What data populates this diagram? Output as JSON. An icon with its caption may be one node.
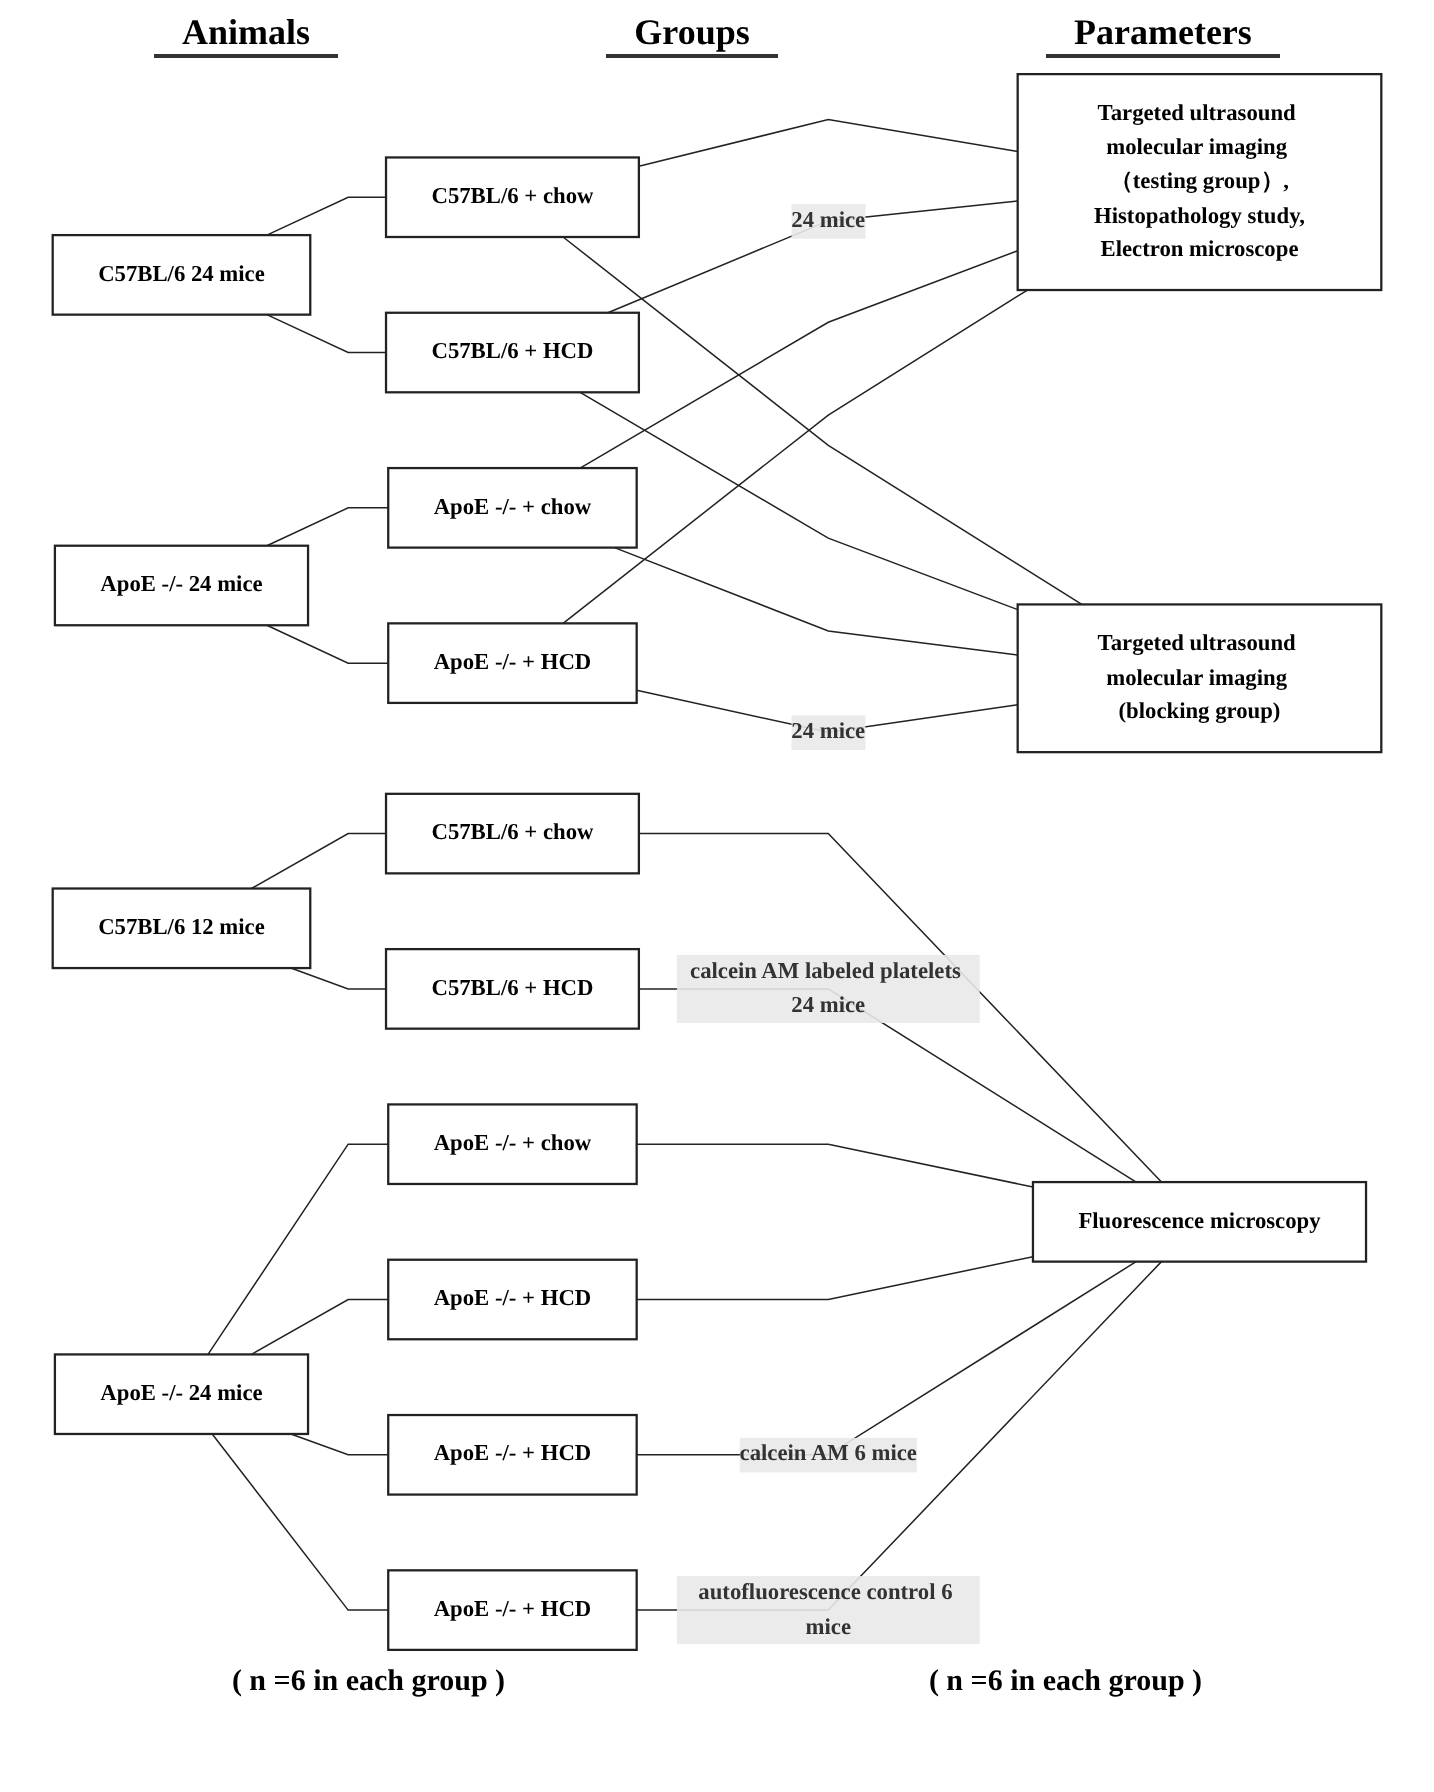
{
  "diagram": {
    "nodes": [
      {
        "text": [
          "C57BL/6 24 mice"
        ]
      },
      {
        "text": [
          "ApoE -/- 24 mice"
        ]
      },
      {
        "text": [
          "C57BL/6 + chow"
        ]
      },
      {
        "text": [
          "C57BL/6 + HCD"
        ]
      },
      {
        "text": [
          "ApoE -/- + chow"
        ]
      },
      {
        "text": [
          "ApoE -/- + HCD"
        ]
      },
      {
        "text": [
          "Targeted ultrasound molecular imaging （testing group）,",
          "Histopathology study,",
          "Electron microscope"
        ]
      },
      {
        "text": [
          "Targeted ultrasound molecular imaging (blocking group)"
        ]
      },
      {
        "text": [
          "C57BL/6 12 mice"
        ]
      },
      {
        "text": [
          "ApoE -/- 24 mice"
        ]
      },
      {
        "text": [
          "C57BL/6 + chow"
        ]
      },
      {
        "text": [
          "C57BL/6 + HCD"
        ]
      },
      {
        "text": [
          "ApoE -/- + chow"
        ]
      },
      {
        "text": [
          "ApoE -/- + HCD"
        ]
      },
      {
        "text": [
          "ApoE -/- + HCD"
        ]
      },
      {
        "text": [
          "ApoE -/- + HCD"
        ]
      },
      {
        "text": [
          "Fluorescence microscopy"
        ]
      }
    ],
    "edges": [
      {
        "from": 0,
        "to": 2,
        "arrow": "none"
      },
      {
        "from": 0,
        "to": 3,
        "arrow": "none"
      },
      {
        "from": 1,
        "to": 4,
        "arrow": "none"
      },
      {
        "from": 1,
        "to": 5,
        "arrow": "none"
      },
      {
        "from": 2,
        "to": 6,
        "arrow": "none"
      },
      {
        "from": 3,
        "to": 6,
        "arrow": "none",
        "label": "24 mice"
      },
      {
        "from": 4,
        "to": 6,
        "arrow": "none"
      },
      {
        "from": 5,
        "to": 6,
        "arrow": "none"
      },
      {
        "from": 2,
        "to": 7,
        "arrow": "none"
      },
      {
        "from": 3,
        "to": 7,
        "arrow": "none"
      },
      {
        "from": 4,
        "to": 7,
        "arrow": "none"
      },
      {
        "from": 5,
        "to": 7,
        "arrow": "none",
        "label": "24 mice"
      },
      {
        "from": 8,
        "to": 10,
        "arrow": "none"
      },
      {
        "from": 8,
        "to": 11,
        "arrow": "none"
      },
      {
        "from": 9,
        "to": 12,
        "arrow": "none"
      },
      {
        "from": 9,
        "to": 13,
        "arrow": "none"
      },
      {
        "from": 9,
        "to": 14,
        "arrow": "none"
      },
      {
        "from": 9,
        "to": 15,
        "arrow": "none"
      },
      {
        "from": 10,
        "to": 16,
        "arrow": "none"
      },
      {
        "from": 11,
        "to": 16,
        "arrow": "none",
        "label": "calcein AM labeled platelets 24 mice"
      },
      {
        "from": 12,
        "to": 16,
        "arrow": "none"
      },
      {
        "from": 13,
        "to": 16,
        "arrow": "none"
      },
      {
        "from": 14,
        "to": 16,
        "arrow": "none",
        "label": "calcein AM 6 mice"
      },
      {
        "from": 15,
        "to": 16,
        "arrow": "none",
        "label": "autofluorescence control 6 mice"
      }
    ],
    "labels": [
      "Animals",
      "Groups",
      "Parameters",
      "( n =6  in each group )",
      "( n =6  in each group )"
    ]
  }
}
